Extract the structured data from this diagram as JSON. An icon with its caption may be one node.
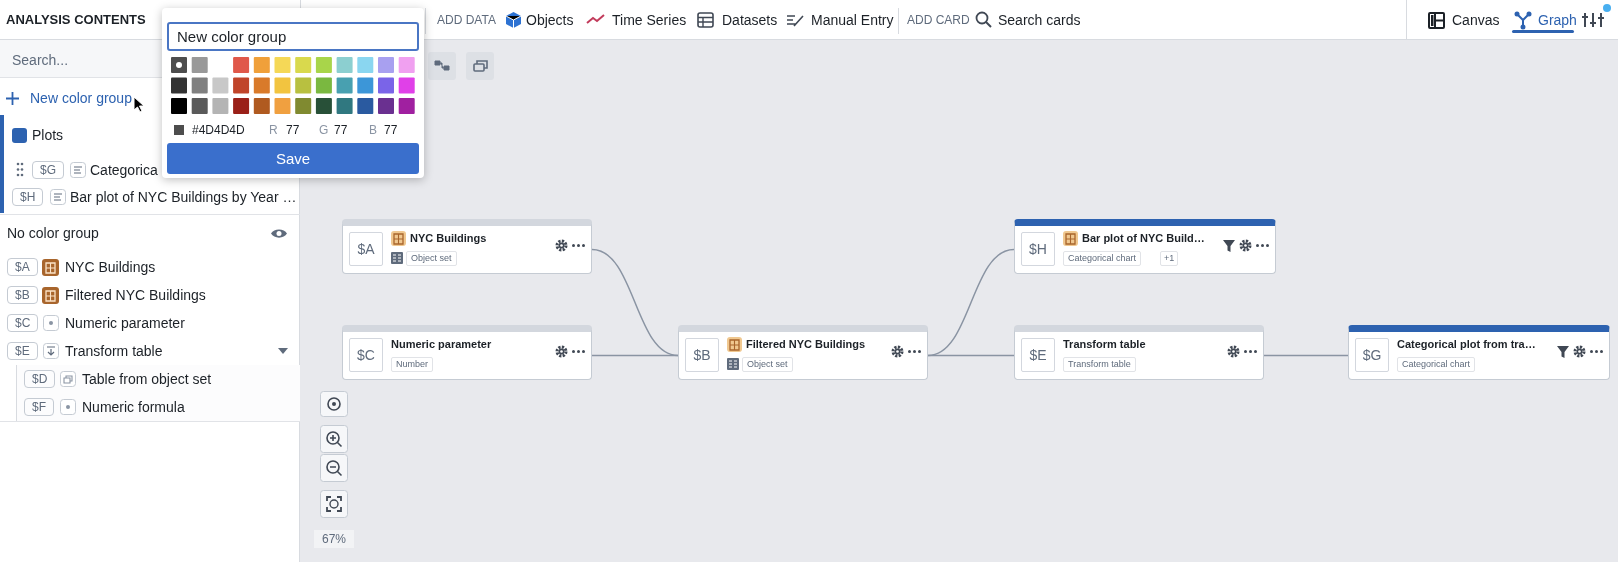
{
  "diagram": {
    "nodes": [
      {
        "text": [
          "$A",
          "NYC Buildings",
          "Object set"
        ]
      },
      {
        "text": [
          "$C",
          "Numeric parameter",
          "Number"
        ]
      },
      {
        "text": [
          "$B",
          "Filtered NYC Buildings",
          "Object set"
        ]
      },
      {
        "text": [
          "$H",
          "Bar plot of NYC Build…",
          "Categorical chart",
          "+1"
        ]
      },
      {
        "text": [
          "$E",
          "Transform table",
          "Transform table"
        ]
      },
      {
        "text": [
          "$G",
          "Categorical plot from tra…",
          "Categorical chart"
        ]
      }
    ],
    "edges": [
      {
        "from": 0,
        "to": 2,
        "arrow": "none"
      },
      {
        "from": 1,
        "to": 2,
        "arrow": "none"
      },
      {
        "from": 2,
        "to": 3,
        "arrow": "none"
      },
      {
        "from": 2,
        "to": 4,
        "arrow": "none"
      },
      {
        "from": 4,
        "to": 5,
        "arrow": "none"
      }
    ],
    "labels": [
      "ANALYSIS CONTENTS",
      "ADD DATA",
      "Objects",
      "Time Series",
      "Datasets",
      "Manual Entry",
      "ADD CARD",
      "Search cards",
      "Canvas",
      "Graph",
      "New color group",
      "#4D4D4D",
      "R",
      "77",
      "G",
      "77",
      "B",
      "77",
      "Save",
      "Search...",
      "New color group",
      "Plots",
      "$G",
      "Categorica",
      "$H",
      "Bar plot of NYC Buildings by Year …",
      "No color group",
      "$A",
      "NYC Buildings",
      "$B",
      "Filtered NYC Buildings",
      "$C",
      "Numeric parameter",
      "$E",
      "Transform table",
      "$D",
      "Table from object set",
      "$F",
      "Numeric formula",
      "67%"
    ]
  }
}
